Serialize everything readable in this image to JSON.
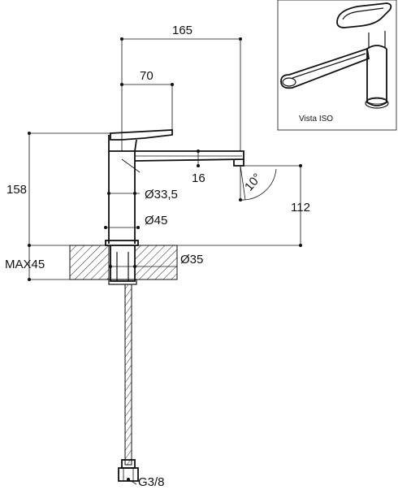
{
  "dimensions": {
    "spout_reach": "165",
    "lever_reach": "70",
    "height": "158",
    "spout_height": "112",
    "outlet": "16",
    "angle": "10°",
    "body_diameter": "Ø33,5",
    "base_diameter": "Ø45",
    "hole_diameter": "Ø35",
    "deck_thickness": "MAX45",
    "connection": "G3/8"
  },
  "iso_view": {
    "caption": "Vista ISO"
  }
}
